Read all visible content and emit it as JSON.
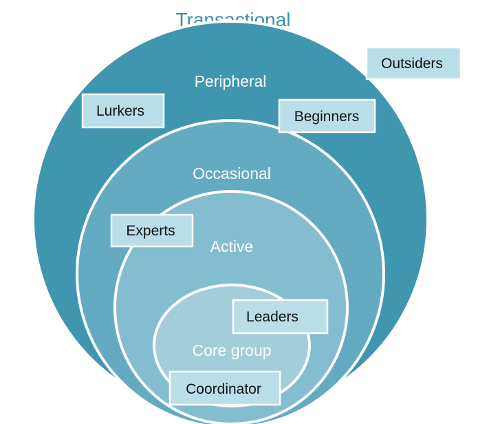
{
  "title": "Transactional",
  "rings": {
    "peripheral": "Peripheral",
    "occasional": "Occasional",
    "active": "Active",
    "core": "Core group"
  },
  "roles": {
    "outsiders": "Outsiders",
    "lurkers": "Lurkers",
    "beginners": "Beginners",
    "experts": "Experts",
    "leaders": "Leaders",
    "coordinator": "Coordinator"
  },
  "colors": {
    "title": "#3f8fa8",
    "peripheral_fill": "#4096ae",
    "occasional_fill": "#64abc2",
    "active_fill": "#85bdd0",
    "core_fill": "#a4cddc",
    "label_box_fill": "#b9dde9",
    "ring_stroke": "#ffffff",
    "role_text": "#111111",
    "ring_text": "#ffffff"
  }
}
